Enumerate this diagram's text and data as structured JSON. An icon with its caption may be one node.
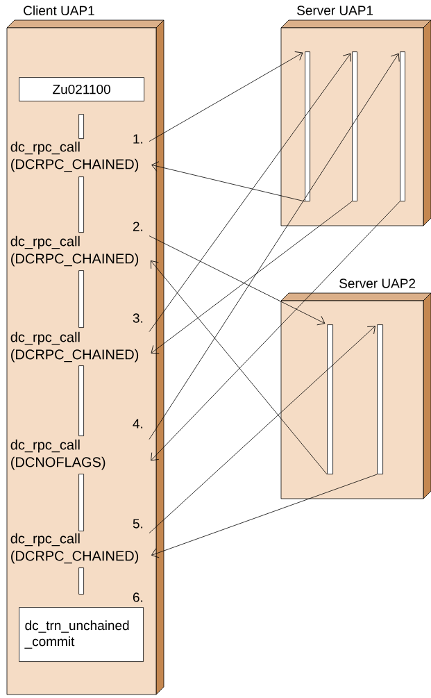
{
  "diagram": {
    "nodes": [
      {
        "text": [
          "Client UAP1"
        ]
      },
      {
        "text": [
          "Zu021100"
        ],
        "in": 0
      },
      {
        "text": [],
        "shape": "bar",
        "in": 0
      },
      {
        "text": [
          "dc_rpc_call (DCRPC_CHAINED)"
        ],
        "beside": [
          "1."
        ],
        "in": 0
      },
      {
        "text": [],
        "shape": "bar",
        "in": 0
      },
      {
        "text": [
          "dc_rpc_call (DCRPC_CHAINED)"
        ],
        "beside": [
          "2."
        ],
        "in": 0
      },
      {
        "text": [],
        "shape": "bar",
        "in": 0
      },
      {
        "text": [
          "dc_rpc_call (DCRPC_CHAINED)"
        ],
        "beside": [
          "3."
        ],
        "in": 0
      },
      {
        "text": [],
        "shape": "bar",
        "in": 0
      },
      {
        "text": [
          "dc_rpc_call (DCNOFLAGS)"
        ],
        "beside": [
          "4."
        ],
        "in": 0
      },
      {
        "text": [],
        "shape": "bar",
        "in": 0
      },
      {
        "text": [
          "dc_rpc_call (DCRPC_CHAINED)"
        ],
        "beside": [
          "5."
        ],
        "in": 0
      },
      {
        "text": [],
        "shape": "bar",
        "in": 0
      },
      {
        "text": [
          "dc_trn_unchained _commit"
        ],
        "beside": [
          "6."
        ],
        "in": 0
      },
      {
        "text": [
          "Server UAP1"
        ]
      },
      {
        "text": [],
        "shape": "bar",
        "in": 14
      },
      {
        "text": [],
        "shape": "bar",
        "in": 14
      },
      {
        "text": [],
        "shape": "bar",
        "in": 14
      },
      {
        "text": [
          "Server UAP2"
        ]
      },
      {
        "text": [],
        "shape": "bar",
        "in": 18
      },
      {
        "text": [],
        "shape": "bar",
        "in": 18
      }
    ],
    "edges": [
      {
        "from": 3,
        "to": 15,
        "arrow": "to"
      },
      {
        "from": 15,
        "to": 3,
        "arrow": "to"
      },
      {
        "from": 5,
        "to": 19,
        "arrow": "to"
      },
      {
        "from": 19,
        "to": 5,
        "arrow": "to"
      },
      {
        "from": 7,
        "to": 16,
        "arrow": "to"
      },
      {
        "from": 16,
        "to": 7,
        "arrow": "to"
      },
      {
        "from": 9,
        "to": 17,
        "arrow": "to"
      },
      {
        "from": 17,
        "to": 9,
        "arrow": "to"
      },
      {
        "from": 11,
        "to": 20,
        "arrow": "to"
      },
      {
        "from": 20,
        "to": 11,
        "arrow": "to"
      }
    ]
  }
}
